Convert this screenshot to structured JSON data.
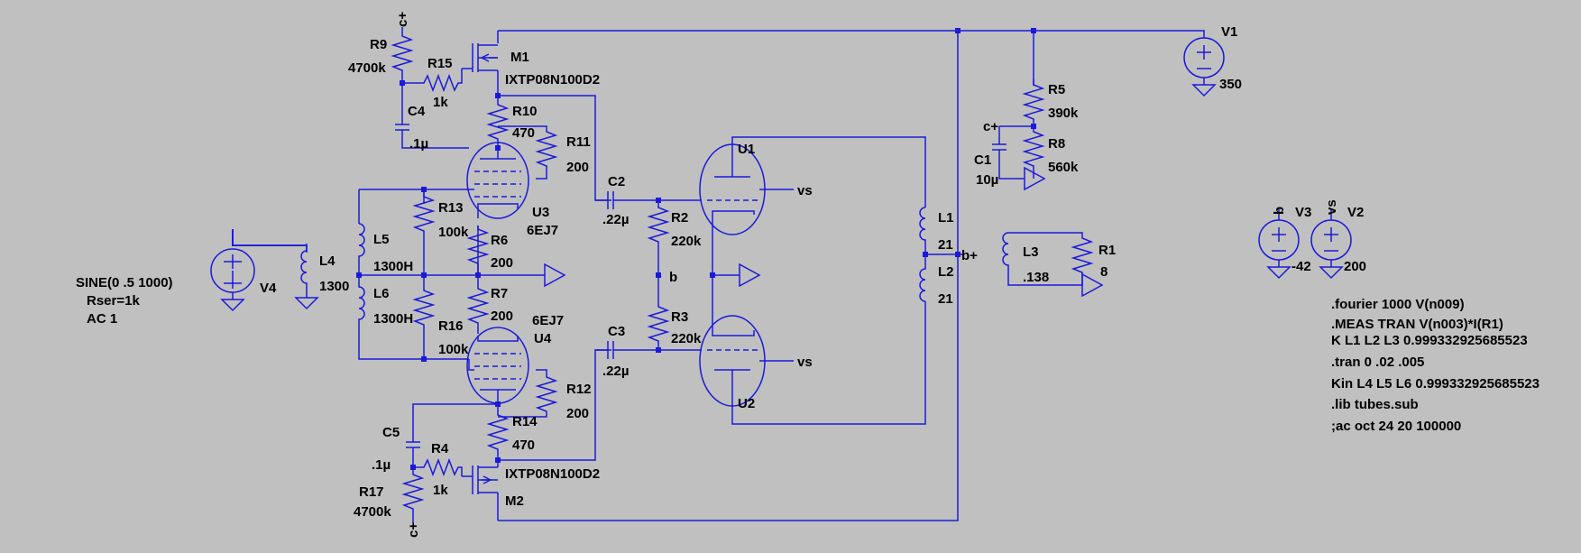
{
  "components": {
    "r9": {
      "name": "R9",
      "value": "4700k"
    },
    "r15": {
      "name": "R15",
      "value": "1k"
    },
    "m1": {
      "name": "M1",
      "model": "IXTP08N100D2"
    },
    "c4": {
      "name": "C4",
      "value": ".1µ"
    },
    "r10": {
      "name": "R10",
      "value": "470"
    },
    "r11": {
      "name": "R11",
      "value": "200"
    },
    "u3": {
      "name": "U3",
      "model": "6EJ7"
    },
    "r13": {
      "name": "R13",
      "value": "100k"
    },
    "r6": {
      "name": "R6",
      "value": "200"
    },
    "r7": {
      "name": "R7",
      "value": "200"
    },
    "r16": {
      "name": "R16",
      "value": "100k"
    },
    "u4": {
      "name": "U4",
      "model": "6EJ7"
    },
    "r12": {
      "name": "R12",
      "value": "200"
    },
    "r14": {
      "name": "R14",
      "value": "470"
    },
    "c5": {
      "name": "C5",
      "value": ".1µ"
    },
    "r4": {
      "name": "R4",
      "value": "1k"
    },
    "r17": {
      "name": "R17",
      "value": "4700k"
    },
    "m2": {
      "name": "M2",
      "model": "IXTP08N100D2"
    },
    "l5": {
      "name": "L5",
      "value": "1300H"
    },
    "l6": {
      "name": "L6",
      "value": "1300H"
    },
    "l4": {
      "name": "L4",
      "value": "1300"
    },
    "v4": {
      "name": "V4",
      "spec": "SINE(0 .5 1000)",
      "rser": "Rser=1k",
      "ac": "AC 1"
    },
    "c2": {
      "name": "C2",
      "value": ".22µ"
    },
    "c3": {
      "name": "C3",
      "value": ".22µ"
    },
    "r2": {
      "name": "R2",
      "value": "220k"
    },
    "r3": {
      "name": "R3",
      "value": "220k"
    },
    "u1": {
      "name": "U1"
    },
    "u2": {
      "name": "U2"
    },
    "l1": {
      "name": "L1",
      "value": "21"
    },
    "l2": {
      "name": "L2",
      "value": "21"
    },
    "l3": {
      "name": "L3",
      "value": ".138"
    },
    "r1": {
      "name": "R1",
      "value": "8"
    },
    "r5": {
      "name": "R5",
      "value": "390k"
    },
    "r8": {
      "name": "R8",
      "value": "560k"
    },
    "c1": {
      "name": "C1",
      "value": "10µ"
    },
    "v1": {
      "name": "V1",
      "value": "350"
    },
    "v3": {
      "name": "V3",
      "value": "-42"
    },
    "v2": {
      "name": "V2",
      "value": "200"
    }
  },
  "net_labels": {
    "cplus": "c+",
    "b": "b",
    "vs": "vs",
    "bplus": "b+"
  },
  "directives": [
    ".fourier 1000 V(n009)",
    ".MEAS TRAN V(n003)*I(R1)",
    "K L1 L2 L3 0.999332925685523",
    ".tran 0 .02 .005",
    "Kin L4 L5 L6 0.999332925685523",
    ".lib tubes.sub",
    ";ac oct 24 20 100000"
  ],
  "colors": {
    "background": "#c0c0c0",
    "wire": "#1a1ad8",
    "text": "#000000"
  }
}
